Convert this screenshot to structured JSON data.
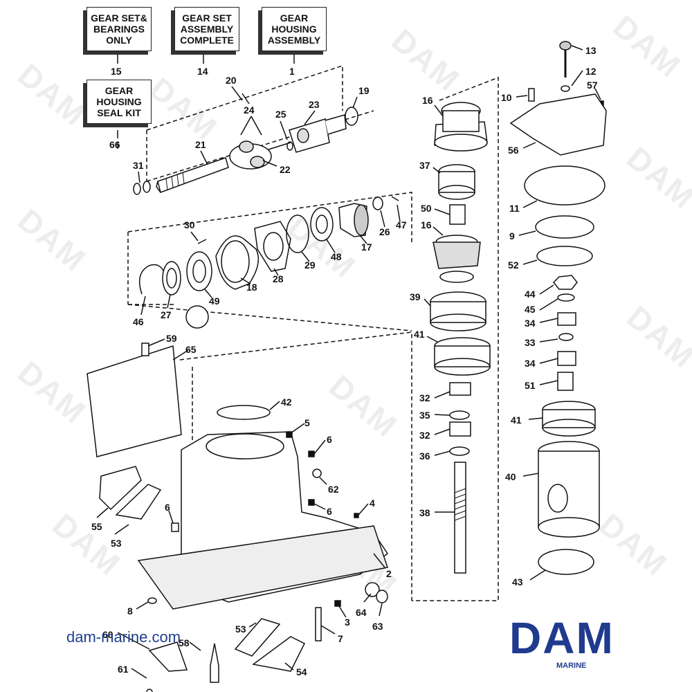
{
  "boxes": {
    "gear_set_bearings": [
      "GEAR SET&",
      "BEARINGS",
      "ONLY"
    ],
    "gear_set_assembly": [
      "GEAR SET",
      "ASSEMBLY",
      "COMPLETE"
    ],
    "gear_housing_assembly": [
      "GEAR",
      "HOUSING",
      "ASSEMBLY"
    ],
    "gear_housing_seal_kit": [
      "GEAR",
      "HOUSING",
      "SEAL KIT"
    ]
  },
  "callouts": {
    "n15": "15",
    "n14": "14",
    "n1": "1",
    "n66": "66",
    "n20": "20",
    "n24": "24",
    "n23": "23",
    "n25": "25",
    "n19": "19",
    "n21": "21",
    "n22": "22",
    "n31": "31",
    "n16a": "16",
    "n37": "37",
    "n50": "50",
    "n16b": "16",
    "n39": "39",
    "n41a": "41",
    "n32a": "32",
    "n35": "35",
    "n32b": "32",
    "n36": "36",
    "n38": "38",
    "n13": "13",
    "n12": "12",
    "n10": "10",
    "n57": "57",
    "n56": "56",
    "n11": "11",
    "n9": "9",
    "n52": "52",
    "n44": "44",
    "n45": "45",
    "n34a": "34",
    "n33": "33",
    "n34b": "34",
    "n51": "51",
    "n41b": "41",
    "n40": "40",
    "n43": "43",
    "n30": "30",
    "n46": "46",
    "n27": "27",
    "n49": "49",
    "n18": "18",
    "n28": "28",
    "n29": "29",
    "n48": "48",
    "n17": "17",
    "n26": "26",
    "n47": "47",
    "n59": "59",
    "n65": "65",
    "n42": "42",
    "n5": "5",
    "n6a": "6",
    "n62": "62",
    "n6b": "6",
    "n4": "4",
    "n6c": "6",
    "n55": "55",
    "n53a": "53",
    "n2": "2",
    "n8": "8",
    "n64": "64",
    "n63": "63",
    "n3": "3",
    "n7": "7",
    "n53b": "53",
    "n60": "60",
    "n58": "58",
    "n61": "61",
    "n54": "54"
  },
  "website": "dam-marine.com",
  "logo": {
    "big": "DAM",
    "small": "MARINE"
  },
  "watermark": "DAM",
  "colors": {
    "brand": "#1f3a8e",
    "ink": "#111111"
  }
}
